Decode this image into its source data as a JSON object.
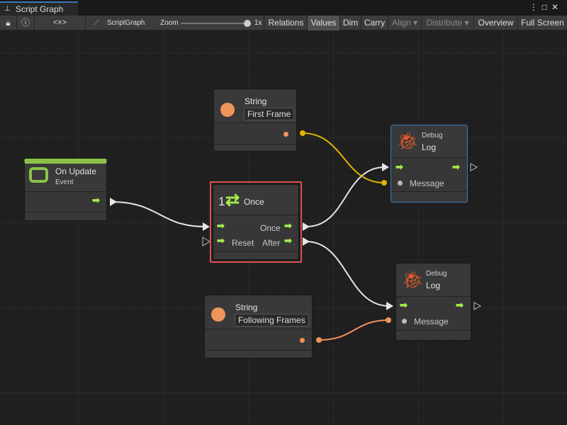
{
  "window": {
    "tab_title": "Script Graph"
  },
  "toolbar": {
    "graph_name": "ScriptGraph",
    "zoom_label": "Zoom",
    "zoom_value": "1x",
    "zoom_level": 1.0,
    "buttons": [
      "Relations",
      "Values",
      "Dim",
      "Carry",
      "Align ▾",
      "Distribute ▾",
      "Overview",
      "Full Screen"
    ],
    "values_active": true,
    "code_icon": "<×>"
  },
  "nodes": {
    "string1": {
      "title": "String",
      "value": "First Frame"
    },
    "string2": {
      "title": "String",
      "value": "Following Frames"
    },
    "on_update": {
      "title": "On Update",
      "subtitle": "Event"
    },
    "once": {
      "counter": "1",
      "title": "Once",
      "out_once": "Once",
      "in_reset": "Reset",
      "out_after": "After"
    },
    "debug1": {
      "category": "Debug",
      "title": "Log",
      "port": "Message"
    },
    "debug2": {
      "category": "Debug",
      "title": "Log",
      "port": "Message"
    }
  },
  "colors": {
    "flow": "#a5f04a",
    "string_port": "#e0b400",
    "string_port2": "#f0945a",
    "selection": "#e34f4f",
    "event_bar": "#8bc34a",
    "bug": "#f25a2b"
  }
}
